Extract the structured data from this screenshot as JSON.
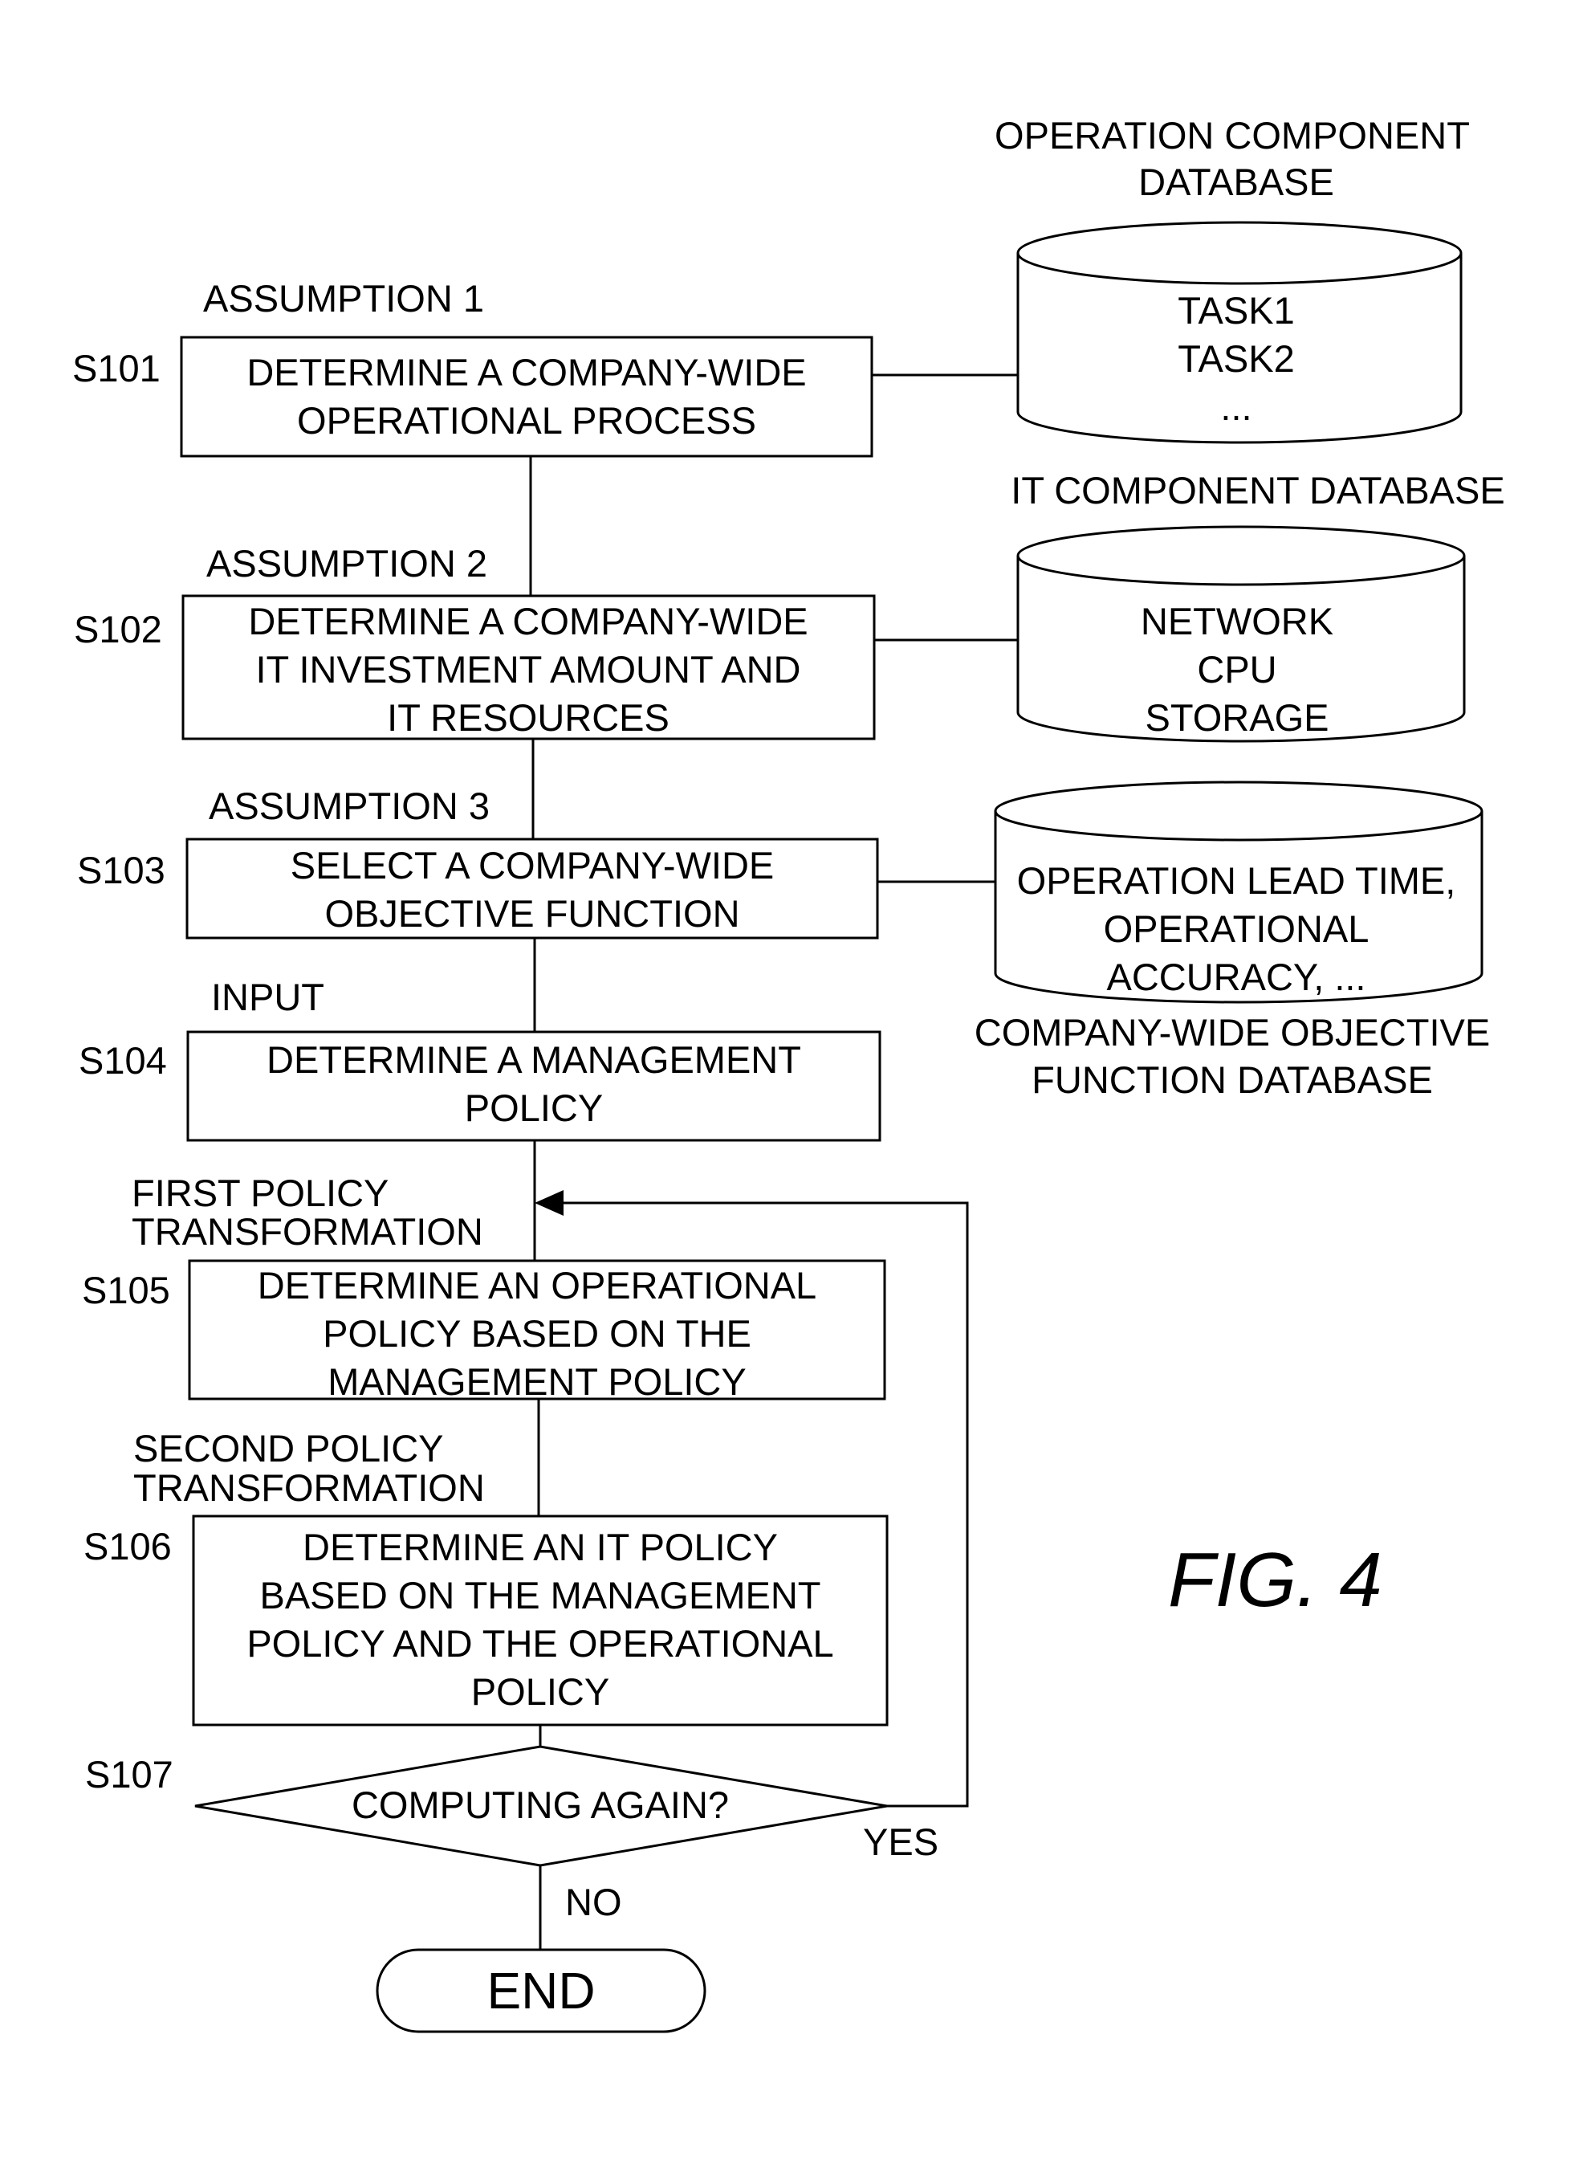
{
  "figure_label": "FIG. 4",
  "databases": {
    "operation": {
      "title": [
        "OPERATION COMPONENT",
        "DATABASE"
      ],
      "items": [
        "TASK1",
        "TASK2",
        "..."
      ]
    },
    "it": {
      "title": [
        "IT COMPONENT DATABASE"
      ],
      "items": [
        "NETWORK",
        "CPU",
        "STORAGE"
      ]
    },
    "objective": {
      "title": [
        "COMPANY-WIDE OBJECTIVE",
        "FUNCTION DATABASE"
      ],
      "items": [
        "OPERATION LEAD TIME,",
        "OPERATIONAL",
        "ACCURACY, ..."
      ]
    }
  },
  "steps": [
    {
      "id": "S101",
      "caption": [
        "ASSUMPTION 1"
      ],
      "lines": [
        "DETERMINE A COMPANY-WIDE",
        "OPERATIONAL PROCESS"
      ]
    },
    {
      "id": "S102",
      "caption": [
        "ASSUMPTION 2"
      ],
      "lines": [
        "DETERMINE A COMPANY-WIDE",
        "IT INVESTMENT AMOUNT AND",
        "IT RESOURCES"
      ]
    },
    {
      "id": "S103",
      "caption": [
        "ASSUMPTION 3"
      ],
      "lines": [
        "SELECT A COMPANY-WIDE",
        "OBJECTIVE FUNCTION"
      ]
    },
    {
      "id": "S104",
      "caption": [
        "INPUT"
      ],
      "lines": [
        "DETERMINE A MANAGEMENT",
        "POLICY"
      ]
    },
    {
      "id": "S105",
      "caption": [
        "FIRST POLICY",
        "TRANSFORMATION"
      ],
      "lines": [
        "DETERMINE AN OPERATIONAL",
        "POLICY BASED ON THE",
        "MANAGEMENT POLICY"
      ]
    },
    {
      "id": "S106",
      "caption": [
        "SECOND POLICY",
        "TRANSFORMATION"
      ],
      "lines": [
        "DETERMINE AN IT POLICY",
        "BASED ON THE MANAGEMENT",
        "POLICY AND THE OPERATIONAL",
        "POLICY"
      ]
    }
  ],
  "decision": {
    "id": "S107",
    "text": "COMPUTING AGAIN?",
    "yes": "YES",
    "no": "NO"
  },
  "terminal": "END"
}
